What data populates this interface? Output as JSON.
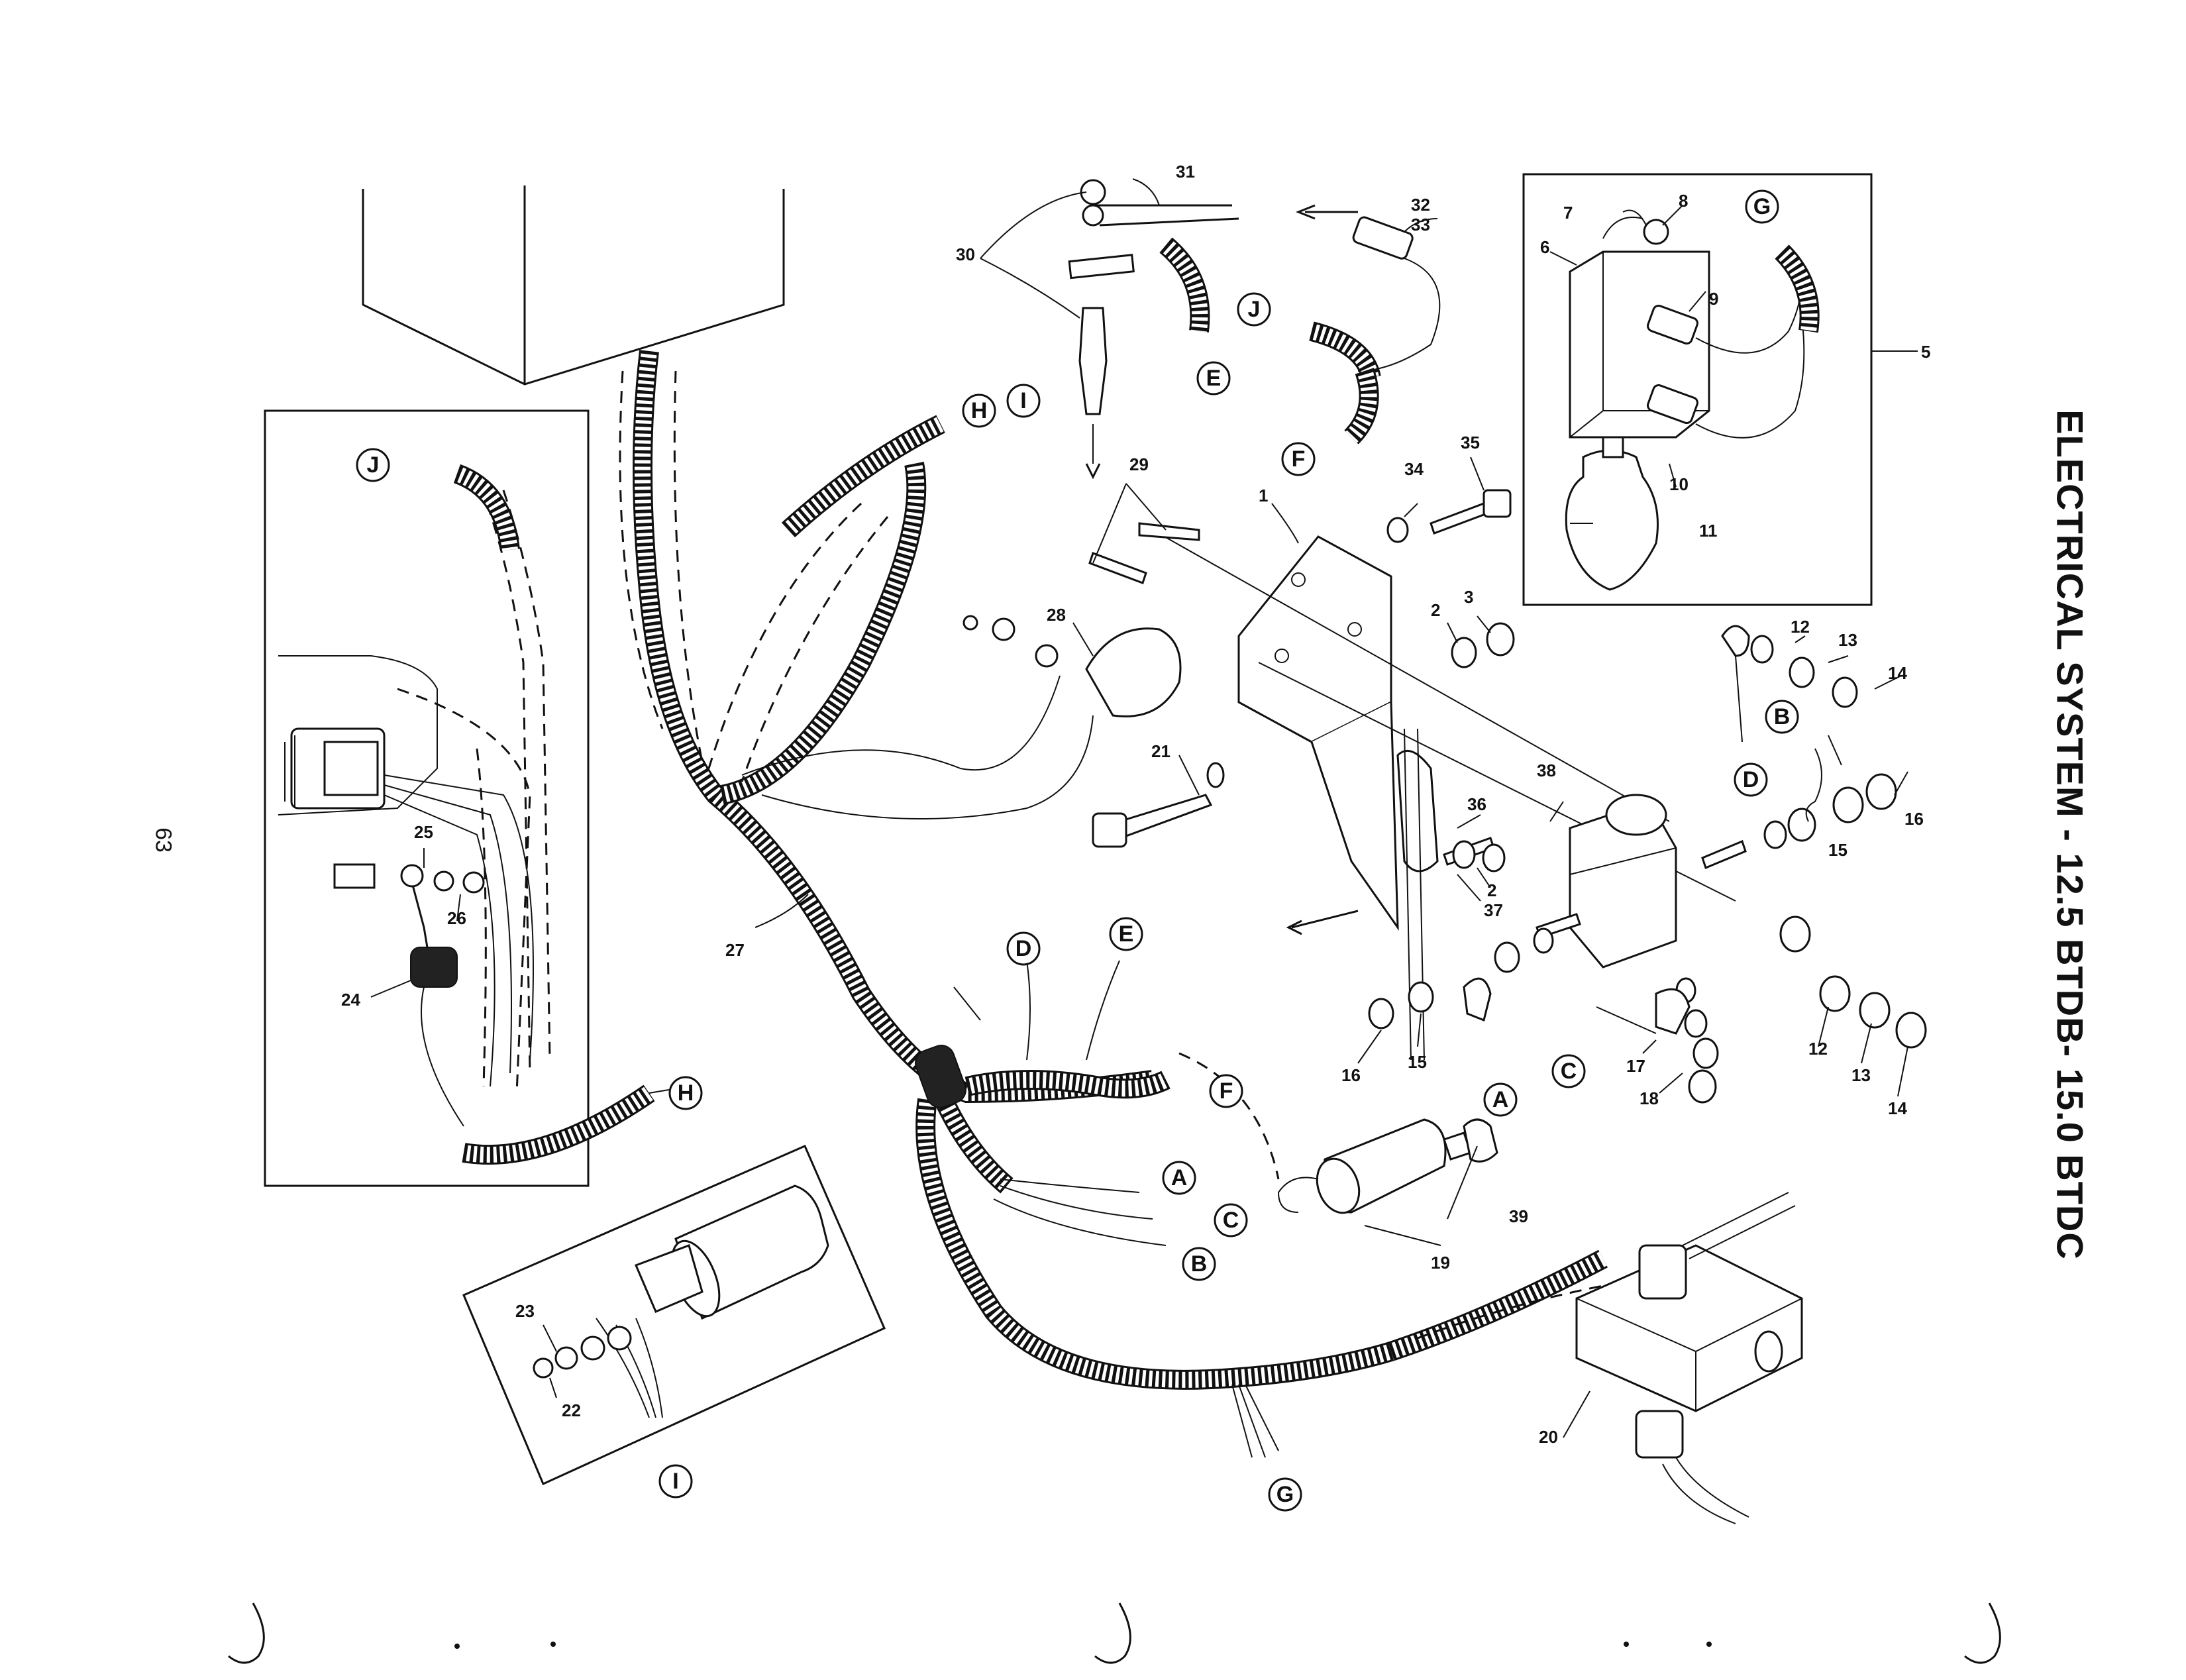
{
  "title": "ELECTRICAL SYSTEM - 12.5 BTDB- 15.0 BTDC",
  "page_number": "63",
  "part_numbers": [
    "1",
    "2",
    "2",
    "3",
    "5",
    "6",
    "7",
    "8",
    "9",
    "10",
    "11",
    "12",
    "12",
    "13",
    "13",
    "14",
    "14",
    "15",
    "15",
    "16",
    "16",
    "17",
    "18",
    "19",
    "20",
    "21",
    "22",
    "23",
    "24",
    "25",
    "26",
    "27",
    "28",
    "29",
    "30",
    "31",
    "32",
    "33",
    "34",
    "35",
    "36",
    "37",
    "38",
    "39"
  ],
  "connector_letters": [
    "A",
    "A",
    "B",
    "B",
    "C",
    "C",
    "D",
    "D",
    "E",
    "E",
    "F",
    "F",
    "G",
    "G",
    "H",
    "H",
    "I",
    "I",
    "J",
    "J"
  ]
}
